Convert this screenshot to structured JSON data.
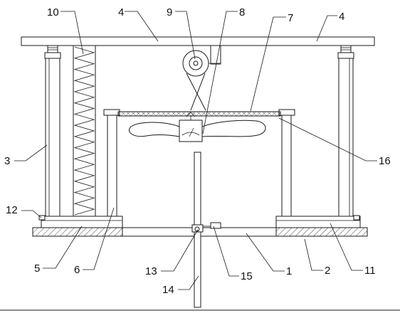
{
  "diagram": {
    "labels": [
      {
        "id": "l1",
        "text": "1"
      },
      {
        "id": "l2",
        "text": "2"
      },
      {
        "id": "l3",
        "text": "3"
      },
      {
        "id": "l4a",
        "text": "4"
      },
      {
        "id": "l4b",
        "text": "4"
      },
      {
        "id": "l5",
        "text": "5"
      },
      {
        "id": "l6",
        "text": "6"
      },
      {
        "id": "l7",
        "text": "7"
      },
      {
        "id": "l8",
        "text": "8"
      },
      {
        "id": "l9",
        "text": "9"
      },
      {
        "id": "l10",
        "text": "10"
      },
      {
        "id": "l11",
        "text": "11"
      },
      {
        "id": "l12",
        "text": "12"
      },
      {
        "id": "l13",
        "text": "13"
      },
      {
        "id": "l14",
        "text": "14"
      },
      {
        "id": "l15",
        "text": "15"
      },
      {
        "id": "l16",
        "text": "16"
      }
    ],
    "colors": {
      "line": "#1a1a1a",
      "background": "#ffffff"
    }
  }
}
